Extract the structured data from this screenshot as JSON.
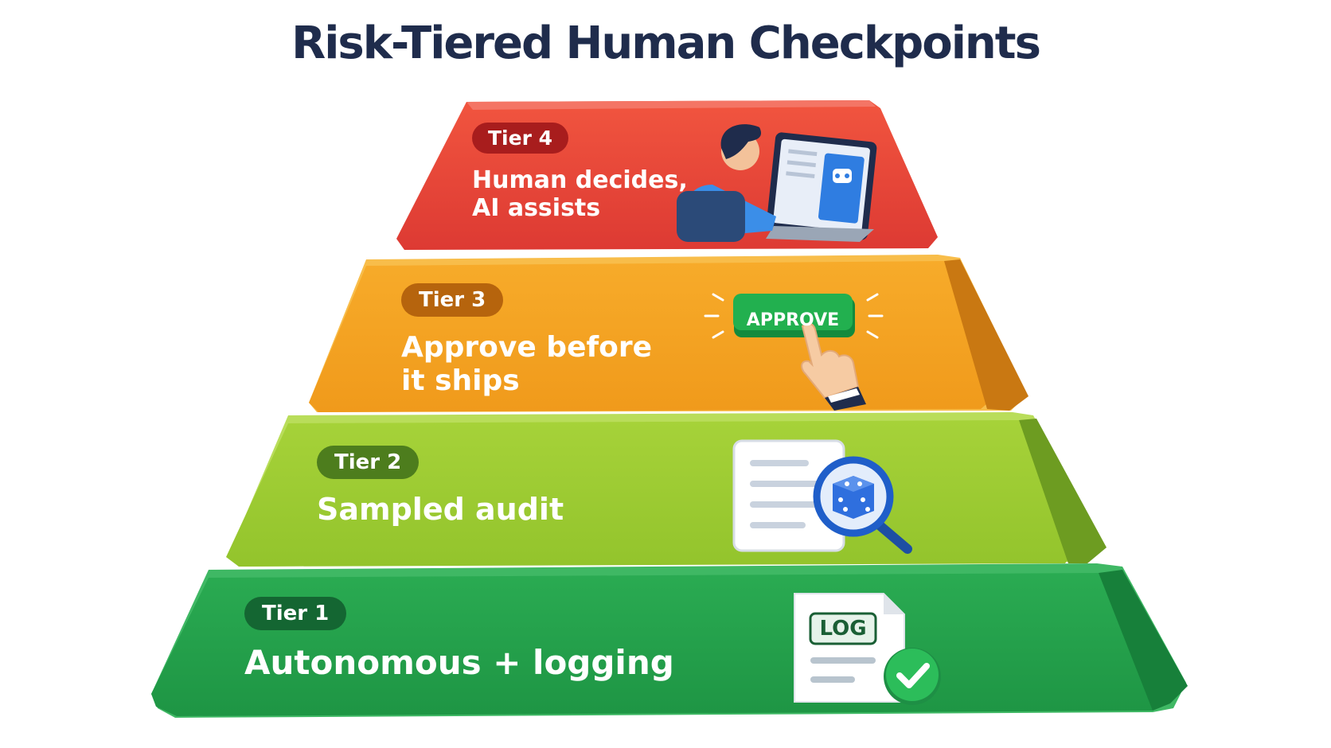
{
  "title": "Risk-Tiered Human Checkpoints",
  "tiers": [
    {
      "badge": "Tier 4",
      "description": "Human decides,\nAI assists",
      "color": "#e8453c",
      "illustration": "person-at-laptop-with-ai-icon"
    },
    {
      "badge": "Tier 3",
      "description": "Approve before\nit ships",
      "color": "#f4a21e",
      "illustration": "hand-pressing-approve-button",
      "button_label": "APPROVE"
    },
    {
      "badge": "Tier 2",
      "description": "Sampled audit",
      "color": "#9ccc2f",
      "illustration": "document-with-magnifier-and-dice"
    },
    {
      "badge": "Tier 1",
      "description": "Autonomous + logging",
      "color": "#23a24d",
      "illustration": "log-file-with-checkmark",
      "log_label": "LOG"
    }
  ]
}
